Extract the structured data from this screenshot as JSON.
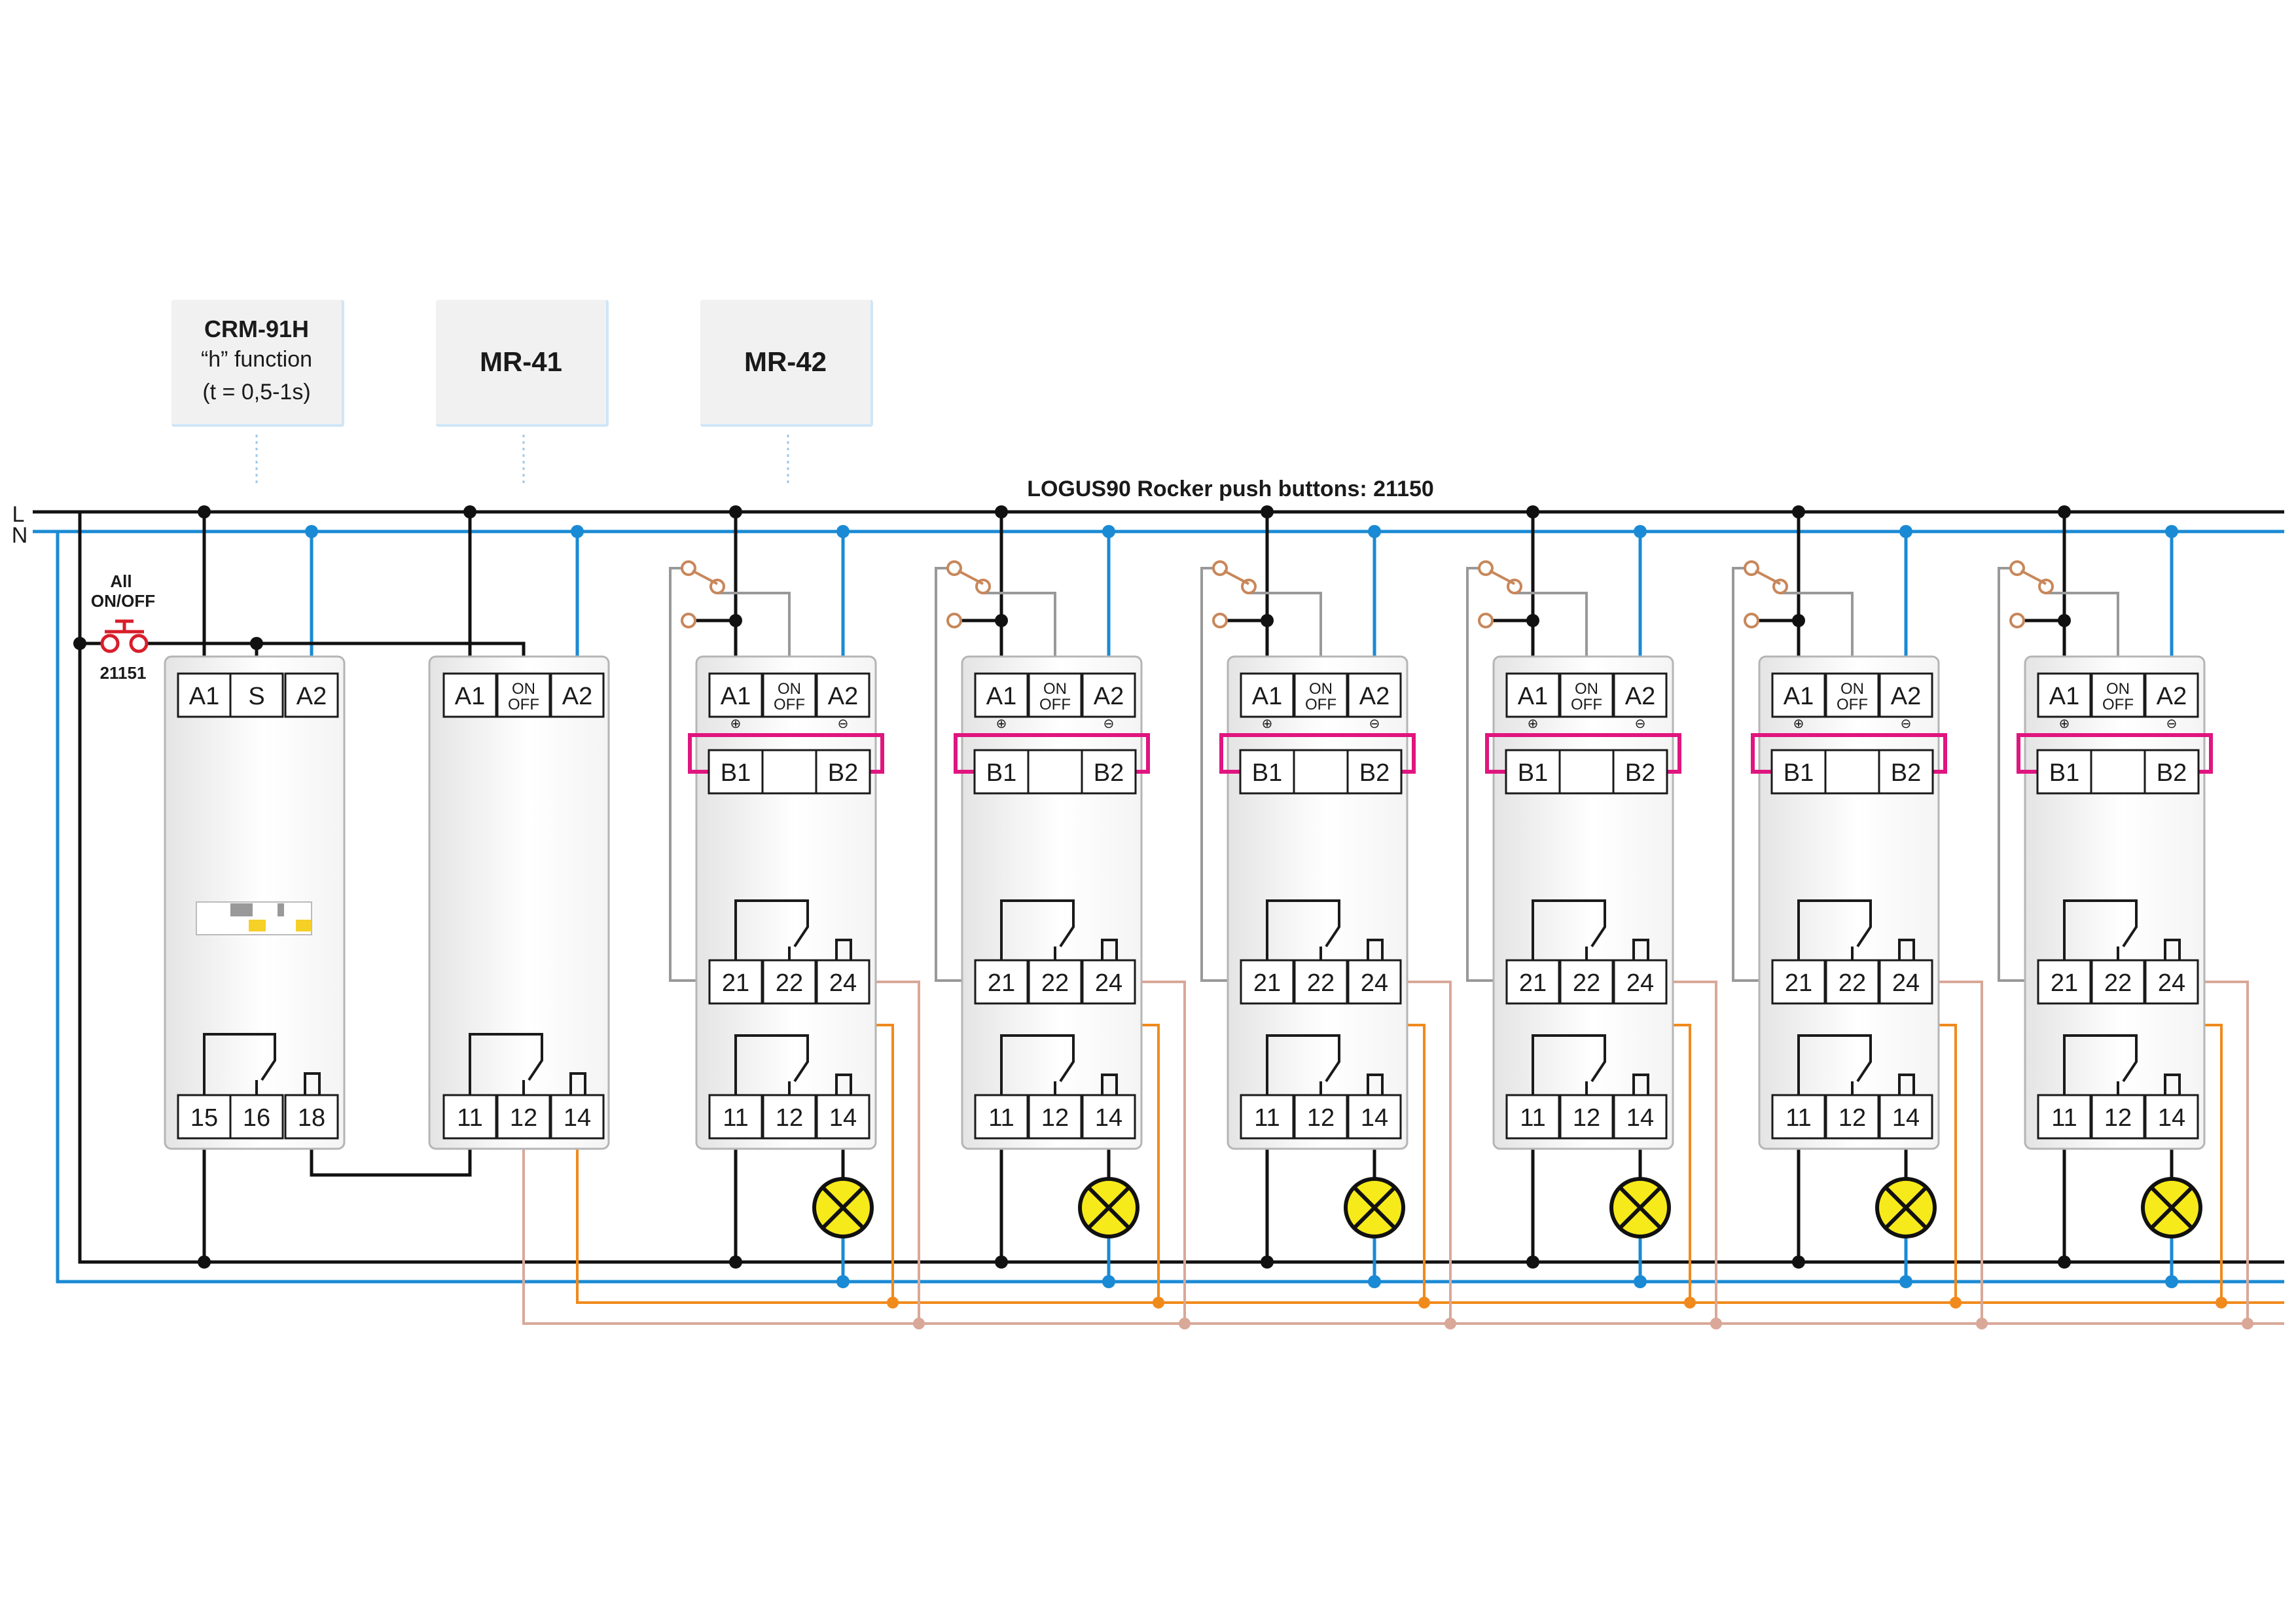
{
  "line_labels": {
    "l": "L",
    "n": "N"
  },
  "bus_title": "LOGUS90 Rocker push buttons: 21150",
  "all_button": {
    "label_line1": "All",
    "label_line2": "ON/OFF",
    "code": "21151"
  },
  "device_labels": {
    "crm": {
      "name": "CRM-91H",
      "line2": "“h” function",
      "line3": "(t = 0,5-1s)"
    },
    "mr41": {
      "name": "MR-41"
    },
    "mr42": {
      "name": "MR-42"
    }
  },
  "crm_terminals": {
    "top": [
      "A1",
      "S",
      "A2"
    ],
    "bottom": [
      "15",
      "16",
      "18"
    ]
  },
  "mr41_terminals": {
    "top": [
      "A1",
      "ON",
      "OFF",
      "A2"
    ],
    "bottom": [
      "11",
      "12",
      "14"
    ]
  },
  "mr42_terminals": {
    "top": [
      "A1",
      "ON",
      "OFF",
      "A2"
    ],
    "bus": [
      "B1",
      "B2"
    ],
    "mid": [
      "21",
      "22",
      "24"
    ],
    "bottom": [
      "11",
      "12",
      "14"
    ],
    "plus": "⊕",
    "minus": "⊖"
  },
  "mr42_count": 6,
  "colors": {
    "line_l": "#111111",
    "line_n": "#1a8ad4",
    "central_on": "#f08a1c",
    "central_off": "#d9a898",
    "bus_b": "#e0157f",
    "lamp": "#f7ea1a",
    "pushbutton": "#c8875a",
    "all_button": "#d81e2a",
    "switch_wire": "#999999"
  }
}
